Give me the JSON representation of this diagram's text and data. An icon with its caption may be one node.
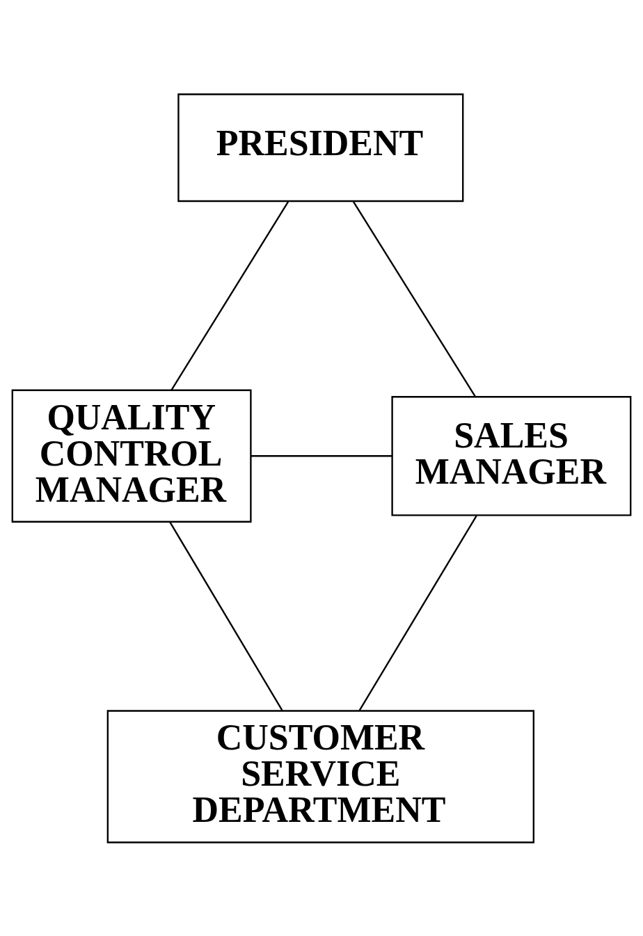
{
  "diagram": {
    "nodes": [
      {
        "text": [
          "PRESIDENT"
        ]
      },
      {
        "text": [
          "QUALITY CONTROL MANAGER"
        ]
      },
      {
        "text": [
          "SALES MANAGER"
        ]
      },
      {
        "text": [
          "CUSTOMER SERVICE DEPARTMENT"
        ]
      }
    ],
    "edges": [
      {
        "from": 0,
        "to": 1,
        "arrow": "none"
      },
      {
        "from": 0,
        "to": 2,
        "arrow": "none"
      },
      {
        "from": 1,
        "to": 2,
        "arrow": "none"
      },
      {
        "from": 1,
        "to": 3,
        "arrow": "none"
      },
      {
        "from": 2,
        "to": 3,
        "arrow": "none"
      }
    ]
  }
}
